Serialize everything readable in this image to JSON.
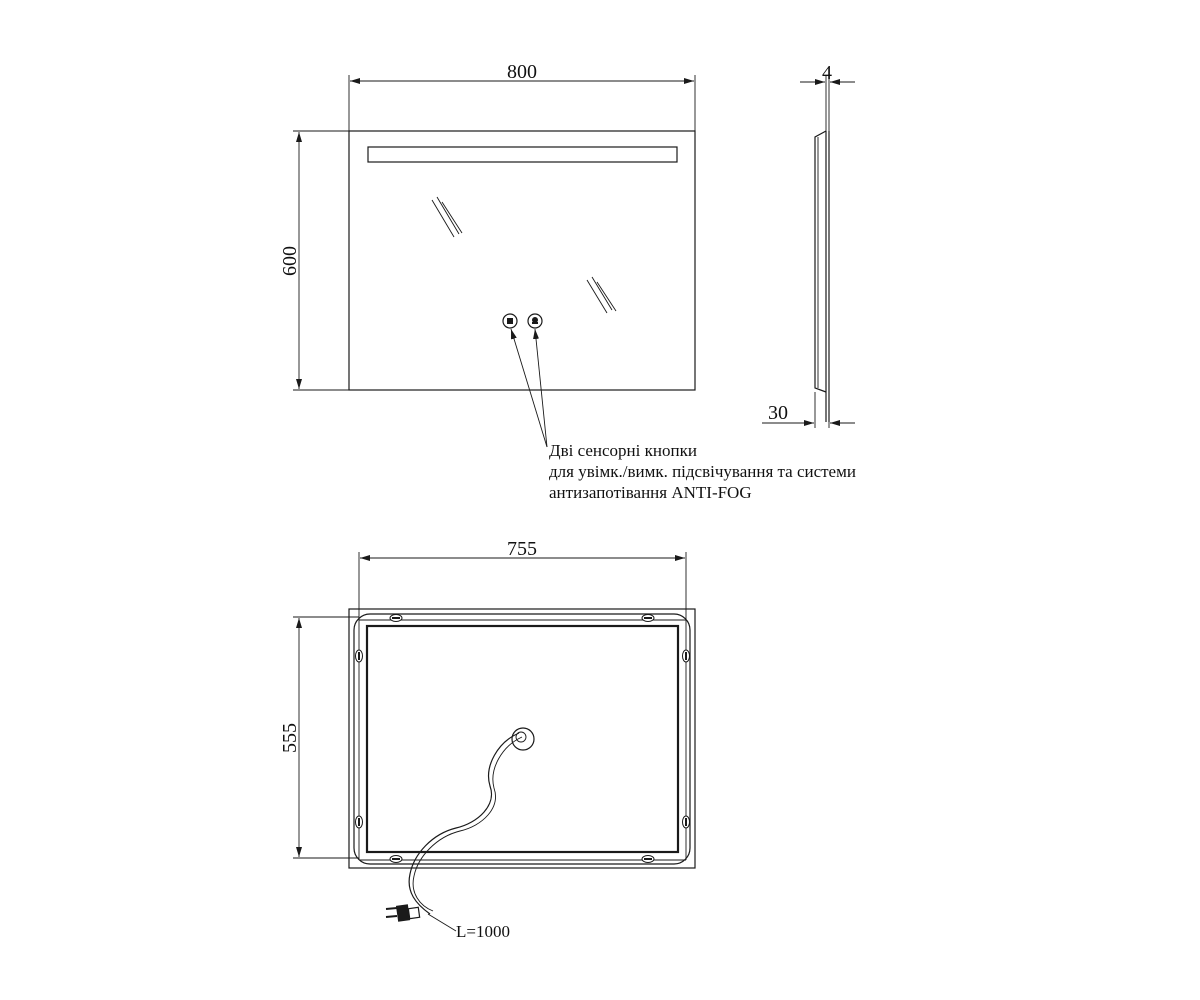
{
  "front_view": {
    "width_label": "800",
    "height_label": "600"
  },
  "side_view": {
    "thickness_label": "4",
    "depth_label": "30"
  },
  "callout": {
    "line1": "Дві сенсорні кнопки",
    "line2": "для увімк./вимк. підсвічування та системи",
    "line3": "антизапотівання ANTI-FOG"
  },
  "back_view": {
    "width_label": "755",
    "height_label": "555",
    "cable_label": "L=1000"
  },
  "colors": {
    "line": "#1a1a1a",
    "background": "#ffffff"
  }
}
